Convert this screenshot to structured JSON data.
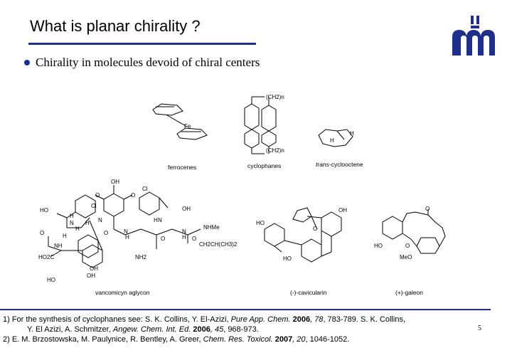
{
  "slide": {
    "title": "What is planar chirality ?",
    "bullet": "Chirality in molecules devoid of chiral centers",
    "page_number": "5"
  },
  "structures": {
    "ferrocenes": "ferrocenes",
    "ferrocene_fe": "Fe",
    "cyclophanes": "cyclophanes",
    "cyclophane_top": "(CH2)n",
    "cyclophane_bottom": "(CH2)n",
    "trans_prefix": "trans",
    "trans_suffix": "-cyclooctene",
    "trans_h1": "H",
    "trans_h2": "H",
    "vancomycin": "vancomicyn aglycon",
    "cavicularin": "(-)-cavicularin",
    "galeon": "(+)-galeon"
  },
  "vancomycin_atoms": {
    "oh_top": "OH",
    "cl_right": "Cl",
    "cl_left": "Cl",
    "ho_left": "HO",
    "o1": "O",
    "o2": "O",
    "h1": "H",
    "n1": "N",
    "h2": "H",
    "n2": "N",
    "h3": "H",
    "oh_right": "OH",
    "nh_hn": "H",
    "n_hn": "N",
    "nhme": "NHMe",
    "o_left": "O",
    "h_left": "H",
    "nh_left": "NH",
    "o_mid1": "O",
    "n_mid1": "N",
    "h_mid1": "H",
    "o_mid2": "O",
    "n_mid2": "N",
    "h_mid2": "H",
    "o_mid3": "O",
    "side_chain": "CH2CH(CH3)2",
    "ho2c": "HO2C",
    "nh2": "NH2",
    "oh_b1": "OH",
    "oh_b2": "OH",
    "ho_bottom": "HO"
  },
  "cavicularin_atoms": {
    "oh": "OH",
    "ho1": "HO",
    "o": "O",
    "ho2": "HO"
  },
  "galeon_atoms": {
    "o_ketone": "O",
    "ho": "HO",
    "o_ether": "O",
    "meo": "MeO"
  },
  "footnotes": [
    {
      "lead": "1) For the synthesis of cyclophanes see: S. K. Collins, Y. El-Azizi, ",
      "journal1": "Pure App. Chem.",
      "year1": " 2006",
      "vol1": ", 78",
      "pages1": ", 783-789. S. K. Collins,",
      "line2": "Y. El Azizi, A. Schmitzer, ",
      "journal2": "Angew. Chem. Int. Ed.",
      "year2": " 2006",
      "vol2": ", 45",
      "pages2": ", 968-973."
    },
    {
      "lead": "2) E. M. Brzostowska, M. Paulynice, R. Bentley, A. Greer, ",
      "journal": "Chem. Res. Toxicol.",
      "year": " 2007",
      "vol": ", 20",
      "pages": ", 1046-1052."
    }
  ],
  "colors": {
    "accent": "#1f2f8c"
  }
}
